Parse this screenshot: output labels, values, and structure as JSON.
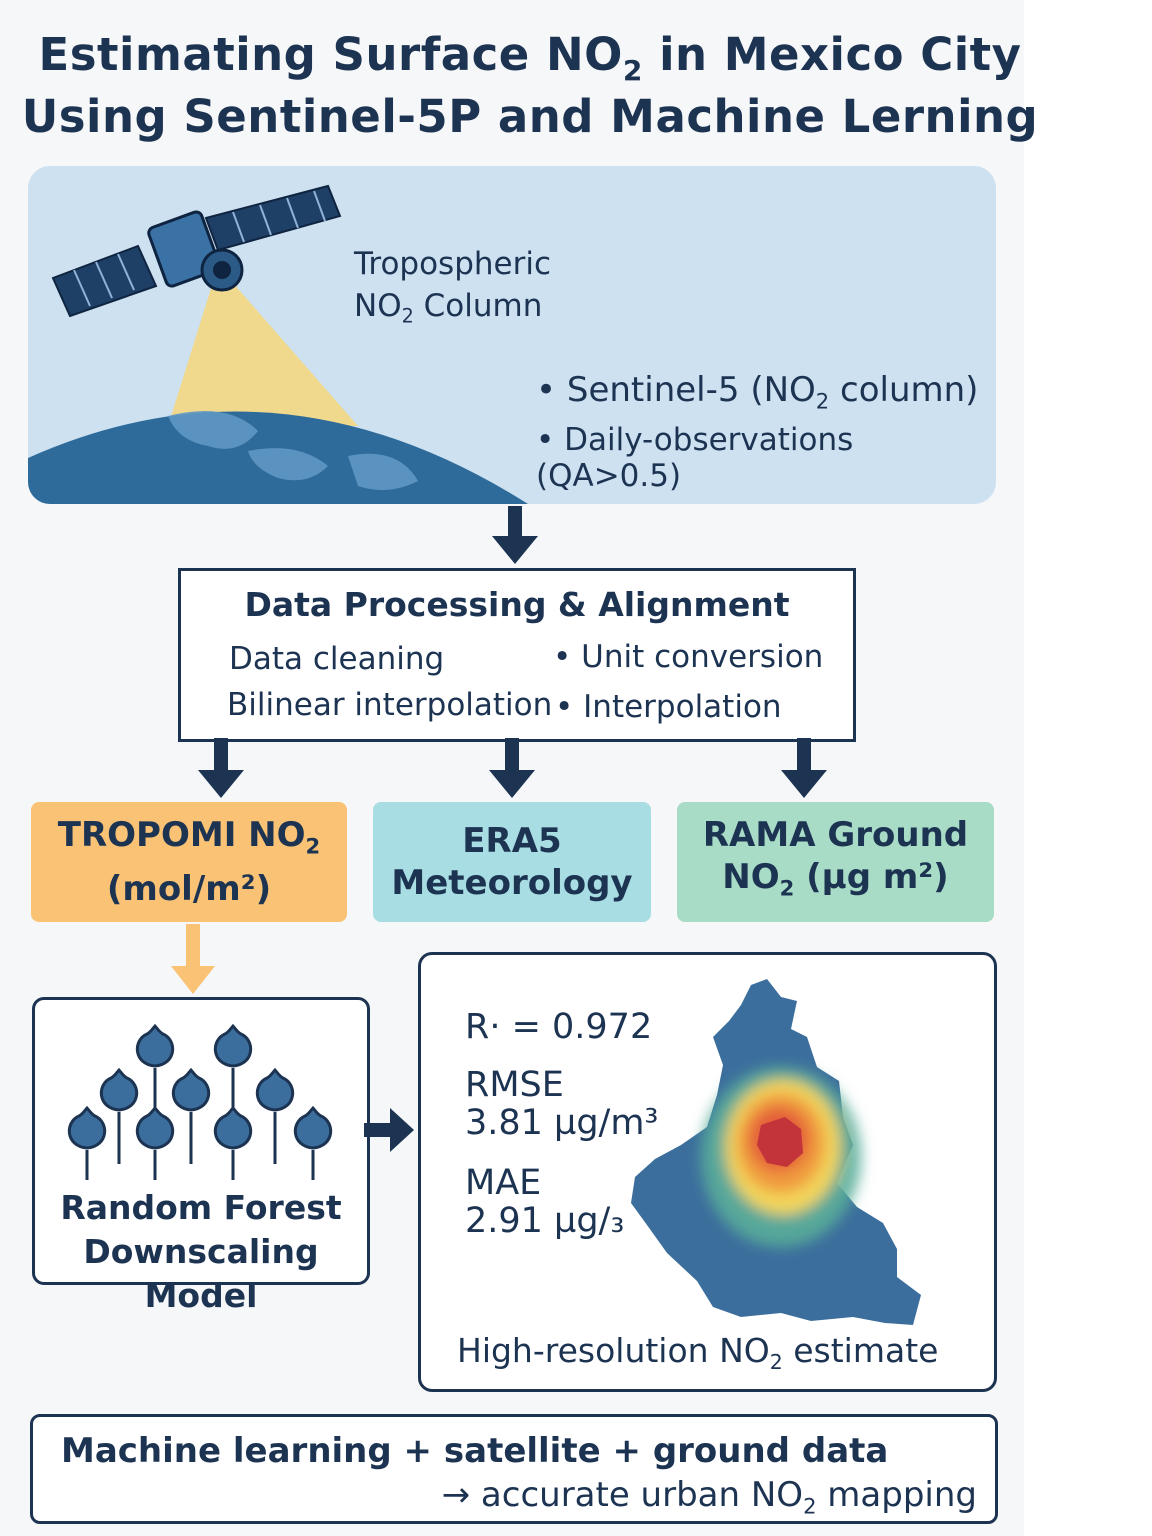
{
  "title": {
    "line1_pre": "Estimating Surface NO",
    "line1_sub": "2",
    "line1_post": " in Mexico City",
    "line2": "Using Sentinel-5P and Machine Lerning"
  },
  "satellite_panel": {
    "label_line1": "Tropospheric",
    "label_line2_pre": "NO",
    "label_line2_sub": "2",
    "label_line2_post": " Column",
    "bullet1_pre": "Sentinel-5 (NO",
    "bullet1_sub": "2",
    "bullet1_post": " column)",
    "bullet2": "Daily-observations (QA>0.5)",
    "bullet_char": "•"
  },
  "processing": {
    "title": "Data Processing & Alignment",
    "items": [
      "Data cleaning",
      "Unit conversion",
      "Bilinear interpolation",
      "Interpolation"
    ],
    "bullet_char": "•"
  },
  "sources": {
    "tropomi_line1_pre": "TROPOMI NO",
    "tropomi_line1_sub": "2",
    "tropomi_line2": "(mol/m²)",
    "era5_line1": "ERA5",
    "era5_line2": "Meteorology",
    "rama_line1": "RAMA Ground",
    "rama_line2_pre": "NO",
    "rama_line2_sub": "2",
    "rama_line2_post": " (µg m²)"
  },
  "model": {
    "line1": "Random Forest",
    "line2": "Downscaling Model"
  },
  "results": {
    "r_label": "R· = 0.972",
    "rmse_label": "RMSE",
    "rmse_value": "3.81 µg/m³",
    "mae_label": "MAE",
    "mae_value": "2.91 µg/₃",
    "caption_pre": "High-resolution NO",
    "caption_sub": "2",
    "caption_post": " estimate"
  },
  "conclusion": {
    "line1": "Machine learning + satellite + ground data",
    "line2_pre": "→ accurate urban NO",
    "line2_sub": "2",
    "line2_post": " mapping"
  },
  "colors": {
    "navy": "#1c3352",
    "satellite_bg": "#cde1f1",
    "tropomi": "#f9c275",
    "era5": "#a8dde3",
    "rama": "#a9dcc6",
    "map_base": "#3b6e9c",
    "hotspot": "#c2333a"
  }
}
